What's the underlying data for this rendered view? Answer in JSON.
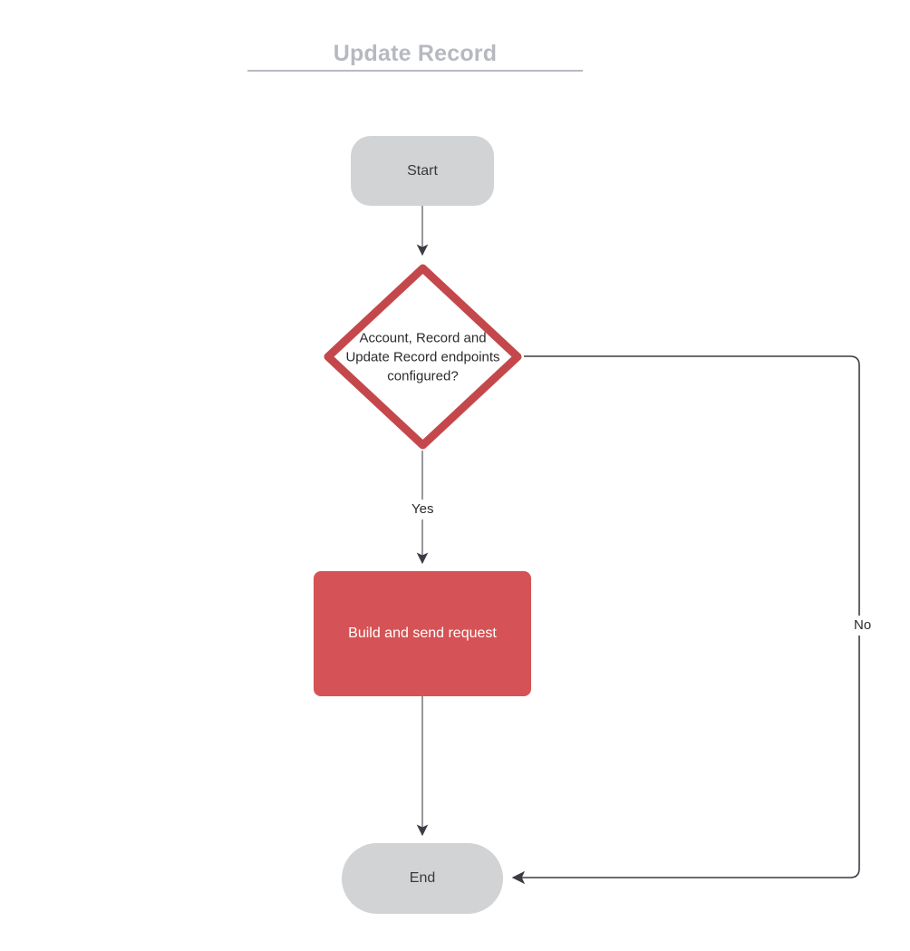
{
  "title": {
    "text": "Update Record"
  },
  "colors": {
    "title": "#b6b9c0",
    "terminator_fill": "#d2d3d5",
    "process_fill": "#d55356",
    "decision_stroke": "#c4484b",
    "connector": "#3c3c44",
    "text_dark": "#2b2b2b",
    "text_light": "#ffffff",
    "background": "#ffffff"
  },
  "nodes": {
    "start": {
      "label": "Start",
      "shape": "terminator"
    },
    "decision": {
      "label": "Account, Record and\nUpdate Record endpoints\nconfigured?",
      "shape": "diamond"
    },
    "process": {
      "label": "Build and send request",
      "shape": "process"
    },
    "end": {
      "label": "End",
      "shape": "terminator"
    }
  },
  "edges": {
    "start_to_decision": {
      "label": ""
    },
    "decision_yes": {
      "label": "Yes"
    },
    "decision_no": {
      "label": "No"
    },
    "process_to_end": {
      "label": ""
    }
  }
}
